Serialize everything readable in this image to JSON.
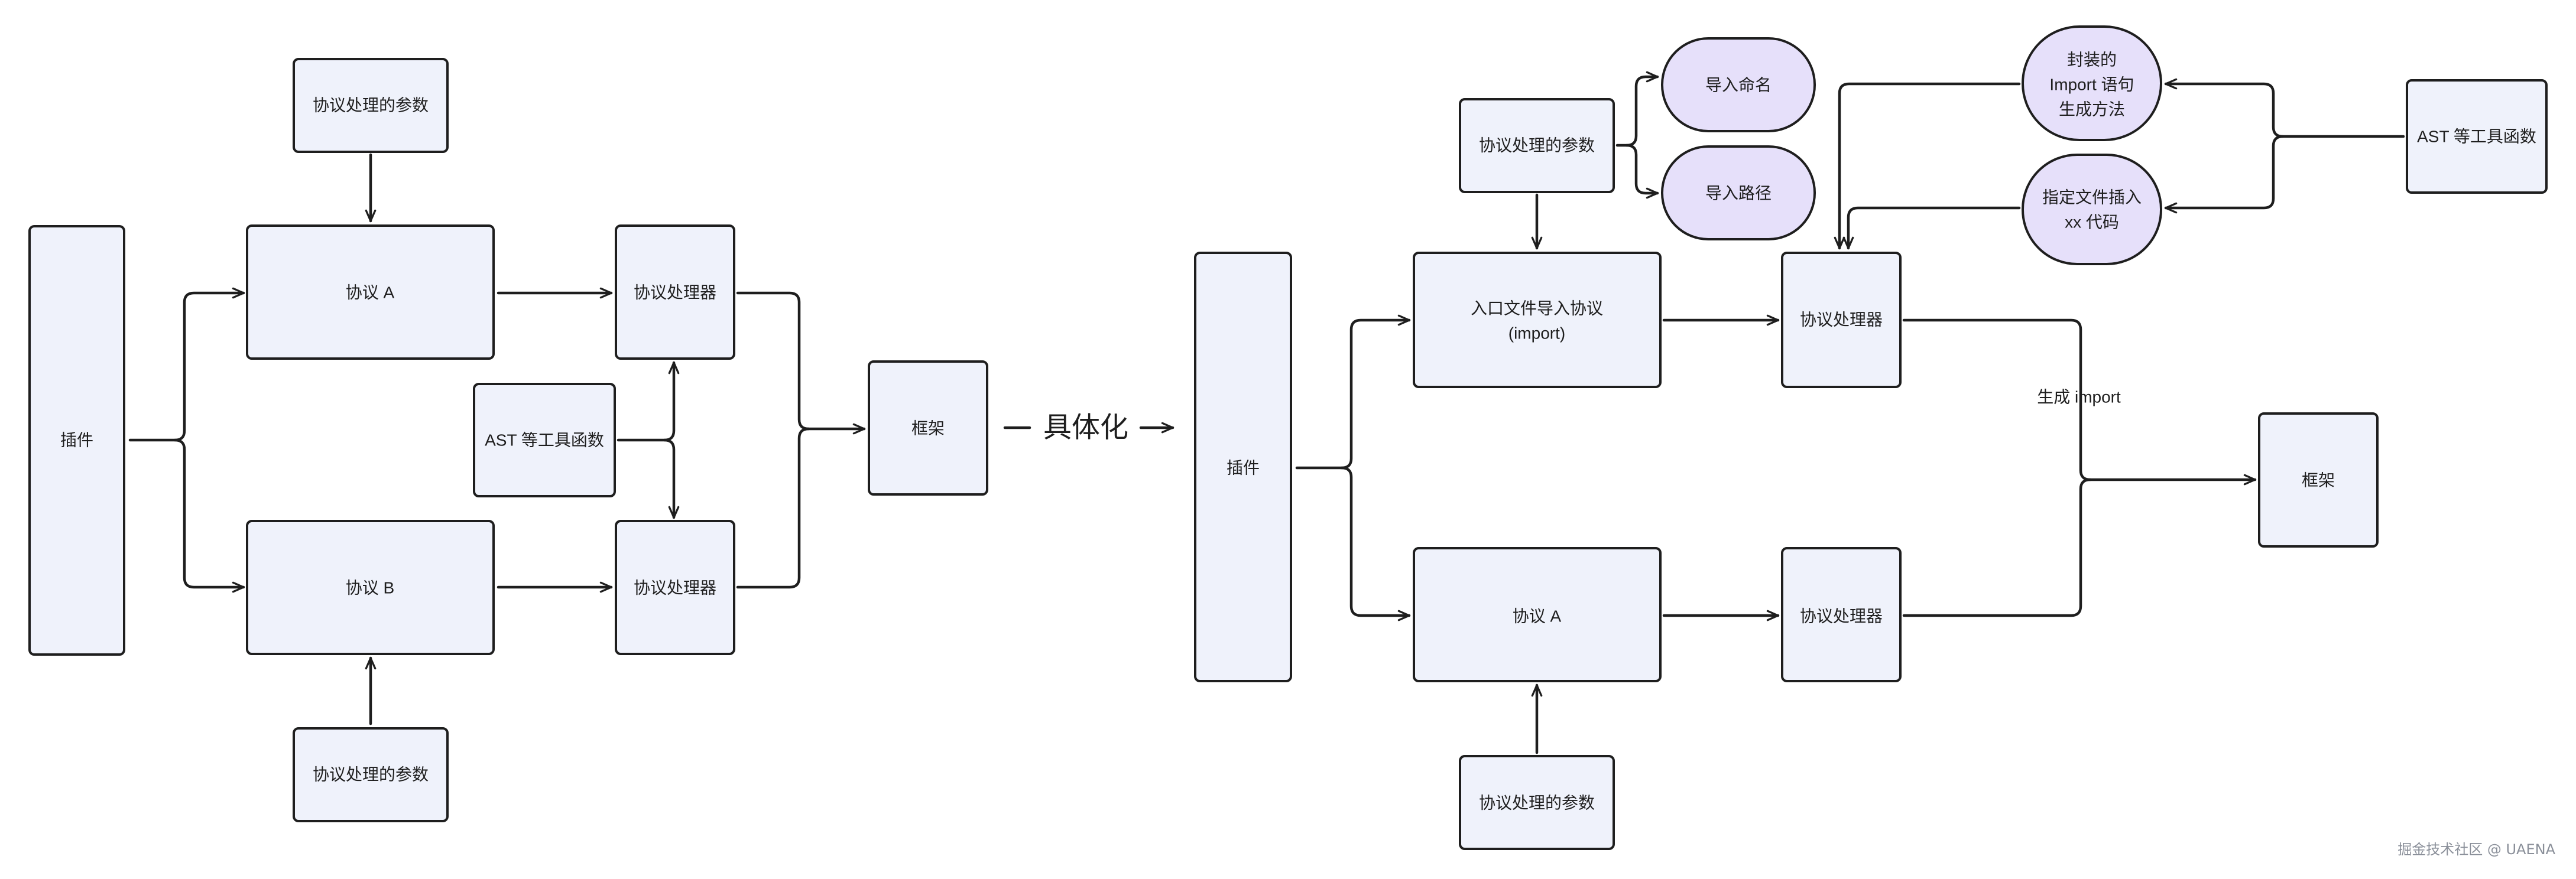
{
  "left": {
    "plugin": "插件",
    "protocol_a": "协议 A",
    "protocol_b": "协议 B",
    "params_top": "协议处理的参数",
    "params_bottom": "协议处理的参数",
    "processor_a": "协议处理器",
    "processor_b": "协议处理器",
    "ast_tools": "AST 等工具函数",
    "framework": "框架"
  },
  "transition": "具体化",
  "right": {
    "plugin": "插件",
    "entry_import": [
      "入口文件导入协议",
      "(import)"
    ],
    "protocol_a": "协议 A",
    "params_top": "协议处理的参数",
    "params_bottom": "协议处理的参数",
    "import_name": "导入命名",
    "import_path": "导入路径",
    "processor_top": "协议处理器",
    "processor_bottom": "协议处理器",
    "gen_import_method": [
      "封装的",
      "Import 语句",
      "生成方法"
    ],
    "insert_code": [
      "指定文件插入",
      "xx 代码"
    ],
    "ast_tools": "AST 等工具函数",
    "gen_import_label": "生成 import",
    "framework": "框架"
  },
  "watermark": "掘金技术社区 @ UAENA",
  "colors": {
    "box_fill": "#eff2fb",
    "oval_fill": "#e6e0fa",
    "stroke": "#1e1e1e"
  }
}
